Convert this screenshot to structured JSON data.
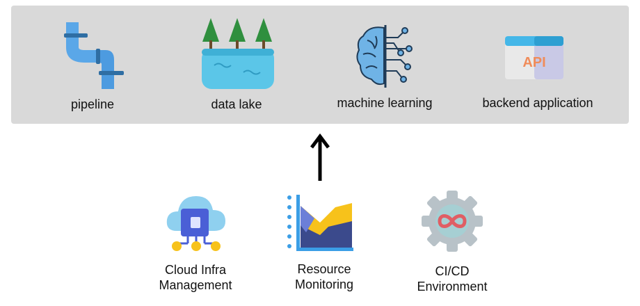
{
  "top_panel": {
    "items": [
      {
        "label": "pipeline",
        "icon": "pipe-icon"
      },
      {
        "label": "data lake",
        "icon": "lake-with-trees-icon"
      },
      {
        "label": "machine learning",
        "icon": "brain-circuit-icon"
      },
      {
        "label": "backend application",
        "icon": "api-window-icon"
      }
    ]
  },
  "bottom_items": [
    {
      "label_line1": "Cloud Infra",
      "label_line2": "Management",
      "icon": "cloud-chip-icon"
    },
    {
      "label_line1": "Resource",
      "label_line2": "Monitoring",
      "icon": "area-chart-icon"
    },
    {
      "label_line1": "CI/CD",
      "label_line2": "Environment",
      "icon": "gear-infinity-icon"
    }
  ],
  "arrow": {
    "direction": "up"
  }
}
